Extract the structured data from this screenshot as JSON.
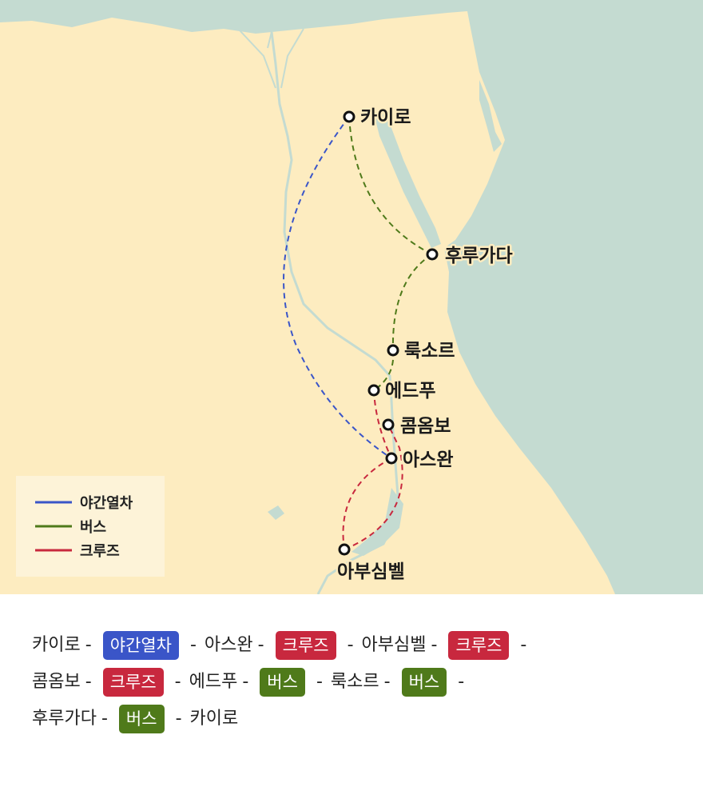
{
  "map": {
    "cities": [
      {
        "id": "cairo",
        "name": "카이로"
      },
      {
        "id": "hurghada",
        "name": "후루가다"
      },
      {
        "id": "luxor",
        "name": "룩소르"
      },
      {
        "id": "edfu",
        "name": "에드푸"
      },
      {
        "id": "kom-ombo",
        "name": "콤옴보"
      },
      {
        "id": "aswan",
        "name": "아스완"
      },
      {
        "id": "abu-simbel",
        "name": "아부심벨"
      }
    ],
    "colors": {
      "land": "#fdecc0",
      "sea": "#c4dbd1",
      "train": "#3a55c8",
      "bus": "#4f7a1a",
      "cruise": "#c8283e"
    }
  },
  "legend": {
    "items": [
      {
        "label": "야간열차",
        "color": "#3a55c8"
      },
      {
        "label": "버스",
        "color": "#4f7a1a"
      },
      {
        "label": "크루즈",
        "color": "#c8283e"
      }
    ]
  },
  "itinerary": {
    "lines": [
      [
        {
          "type": "city",
          "text": "카이로"
        },
        {
          "type": "dash",
          "text": "-"
        },
        {
          "type": "badge",
          "text": "야간열차",
          "color": "#3a55c8"
        },
        {
          "type": "dash",
          "text": "-"
        },
        {
          "type": "city",
          "text": "아스완"
        },
        {
          "type": "dash",
          "text": "-"
        },
        {
          "type": "badge",
          "text": "크루즈",
          "color": "#c8283e"
        },
        {
          "type": "dash",
          "text": "-"
        },
        {
          "type": "city",
          "text": "아부심벨"
        },
        {
          "type": "dash",
          "text": "-"
        },
        {
          "type": "badge",
          "text": "크루즈",
          "color": "#c8283e"
        },
        {
          "type": "dash",
          "text": "-"
        }
      ],
      [
        {
          "type": "city",
          "text": "콤옴보"
        },
        {
          "type": "dash",
          "text": "-"
        },
        {
          "type": "badge",
          "text": "크루즈",
          "color": "#c8283e"
        },
        {
          "type": "dash",
          "text": "-"
        },
        {
          "type": "city",
          "text": "에드푸"
        },
        {
          "type": "dash",
          "text": "-"
        },
        {
          "type": "badge",
          "text": "버스",
          "color": "#4f7a1a"
        },
        {
          "type": "dash",
          "text": "-"
        },
        {
          "type": "city",
          "text": "룩소르"
        },
        {
          "type": "dash",
          "text": "-"
        },
        {
          "type": "badge",
          "text": "버스",
          "color": "#4f7a1a"
        },
        {
          "type": "dash",
          "text": "-"
        }
      ],
      [
        {
          "type": "city",
          "text": "후루가다"
        },
        {
          "type": "dash",
          "text": "-"
        },
        {
          "type": "badge",
          "text": "버스",
          "color": "#4f7a1a"
        },
        {
          "type": "dash",
          "text": "-"
        },
        {
          "type": "city",
          "text": "카이로"
        }
      ]
    ]
  }
}
